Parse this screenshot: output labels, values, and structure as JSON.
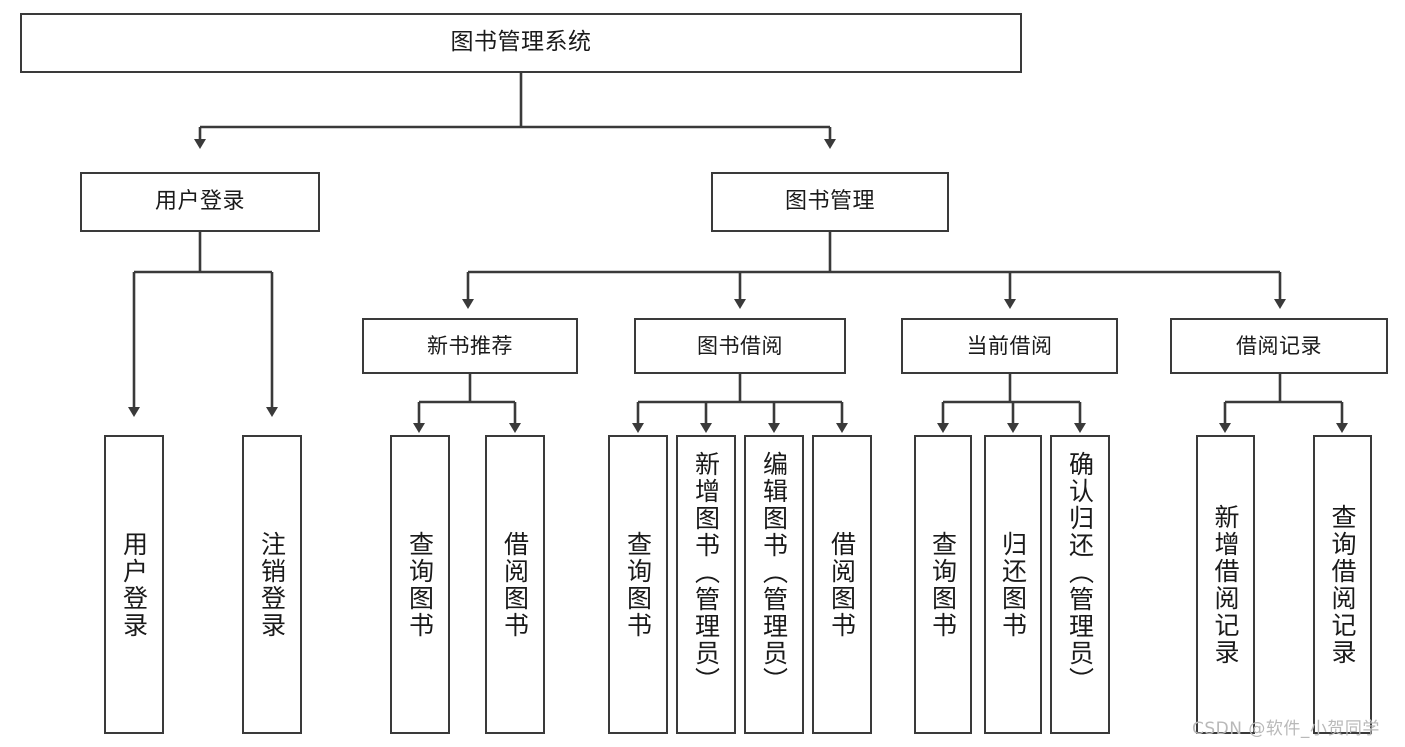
{
  "diagram": {
    "type": "tree-hierarchy-chart",
    "title_node": {
      "label": "图书管理系统"
    },
    "level1": [
      {
        "id": "user-login",
        "label": "用户登录"
      },
      {
        "id": "book-management",
        "label": "图书管理"
      }
    ],
    "level2": [
      {
        "id": "new-book-recommend",
        "label": "新书推荐",
        "parent": "book-management"
      },
      {
        "id": "book-borrow",
        "label": "图书借阅",
        "parent": "book-management"
      },
      {
        "id": "current-borrow",
        "label": "当前借阅",
        "parent": "book-management"
      },
      {
        "id": "borrow-record",
        "label": "借阅记录",
        "parent": "book-management"
      }
    ],
    "leaves": {
      "user_login": [
        {
          "id": "leaf-user-login",
          "label": "用户登录"
        },
        {
          "id": "leaf-logout",
          "label": "注销登录"
        }
      ],
      "new_book_recommend": [
        {
          "id": "leaf-query-book-1",
          "label": "查询图书"
        },
        {
          "id": "leaf-borrow-book-1",
          "label": "借阅图书"
        }
      ],
      "book_borrow": [
        {
          "id": "leaf-query-book-2",
          "label": "查询图书"
        },
        {
          "id": "leaf-add-book",
          "label": "新增图书（管理员）"
        },
        {
          "id": "leaf-edit-book",
          "label": "编辑图书（管理员）"
        },
        {
          "id": "leaf-borrow-book-2",
          "label": "借阅图书"
        }
      ],
      "current_borrow": [
        {
          "id": "leaf-query-book-3",
          "label": "查询图书"
        },
        {
          "id": "leaf-return-book",
          "label": "归还图书"
        },
        {
          "id": "leaf-confirm-return",
          "label": "确认归还（管理员）"
        }
      ],
      "borrow_record": [
        {
          "id": "leaf-add-record",
          "label": "新增借阅记录"
        },
        {
          "id": "leaf-query-record",
          "label": "查询借阅记录"
        }
      ]
    },
    "colors": {
      "stroke": "#3a3a3a",
      "fill": "#ffffff",
      "text": "#1a1a1a",
      "watermark": "#b9b9b9"
    }
  },
  "watermark": {
    "text": "CSDN @软件_小贺同学"
  }
}
